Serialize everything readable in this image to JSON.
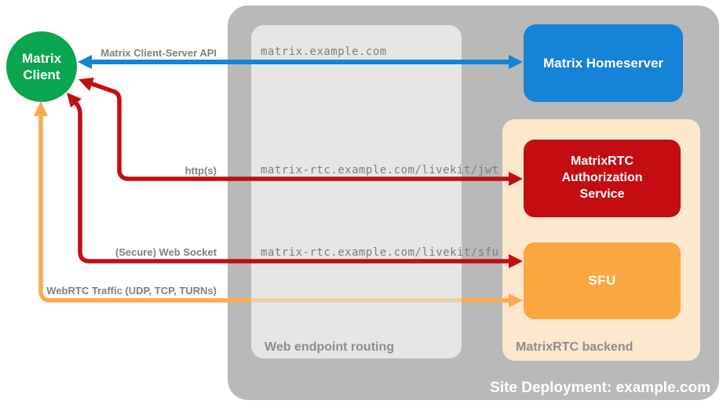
{
  "client": {
    "label": "Matrix Client"
  },
  "site": {
    "label": "Site Deployment: example.com",
    "routing": {
      "label": "Web endpoint routing",
      "endpoints": [
        "matrix.example.com",
        "matrix-rtc.example.com/livekit/jwt",
        "matrix-rtc.example.com/livekit/sfu"
      ]
    },
    "homeserver": {
      "label": "Matrix Homeserver"
    },
    "backend": {
      "label": "MatrixRTC backend",
      "auth": {
        "label": "MatrixRTC Authorization Service"
      },
      "sfu": {
        "label": "SFU"
      }
    }
  },
  "connections": [
    {
      "label": "Matrix Client-Server API",
      "color": "#1583d6",
      "from": "Matrix Client",
      "to": "Matrix Homeserver",
      "bidirectional": true
    },
    {
      "label": "http(s)",
      "color": "#c40d12",
      "from": "Matrix Client",
      "to": "MatrixRTC Authorization Service",
      "bidirectional": true
    },
    {
      "label": "(Secure) Web Socket",
      "color": "#c40d12",
      "from": "Matrix Client",
      "to": "SFU",
      "bidirectional": true
    },
    {
      "label": "WebRTC Traffic (UDP, TCP, TURNs)",
      "color": "#fbab4b",
      "from": "Matrix Client",
      "to": "SFU",
      "bidirectional": true
    }
  ],
  "colors": {
    "green": "#0aa64f",
    "blue": "#1583d6",
    "red": "#c40d12",
    "orange-box": "#fba73f",
    "orange-line": "#fbab4b",
    "peach": "#fde7cd",
    "outer-gray": "#b9b9b9",
    "inner-gray": "#e6e6e6",
    "label-gray": "#808080"
  }
}
